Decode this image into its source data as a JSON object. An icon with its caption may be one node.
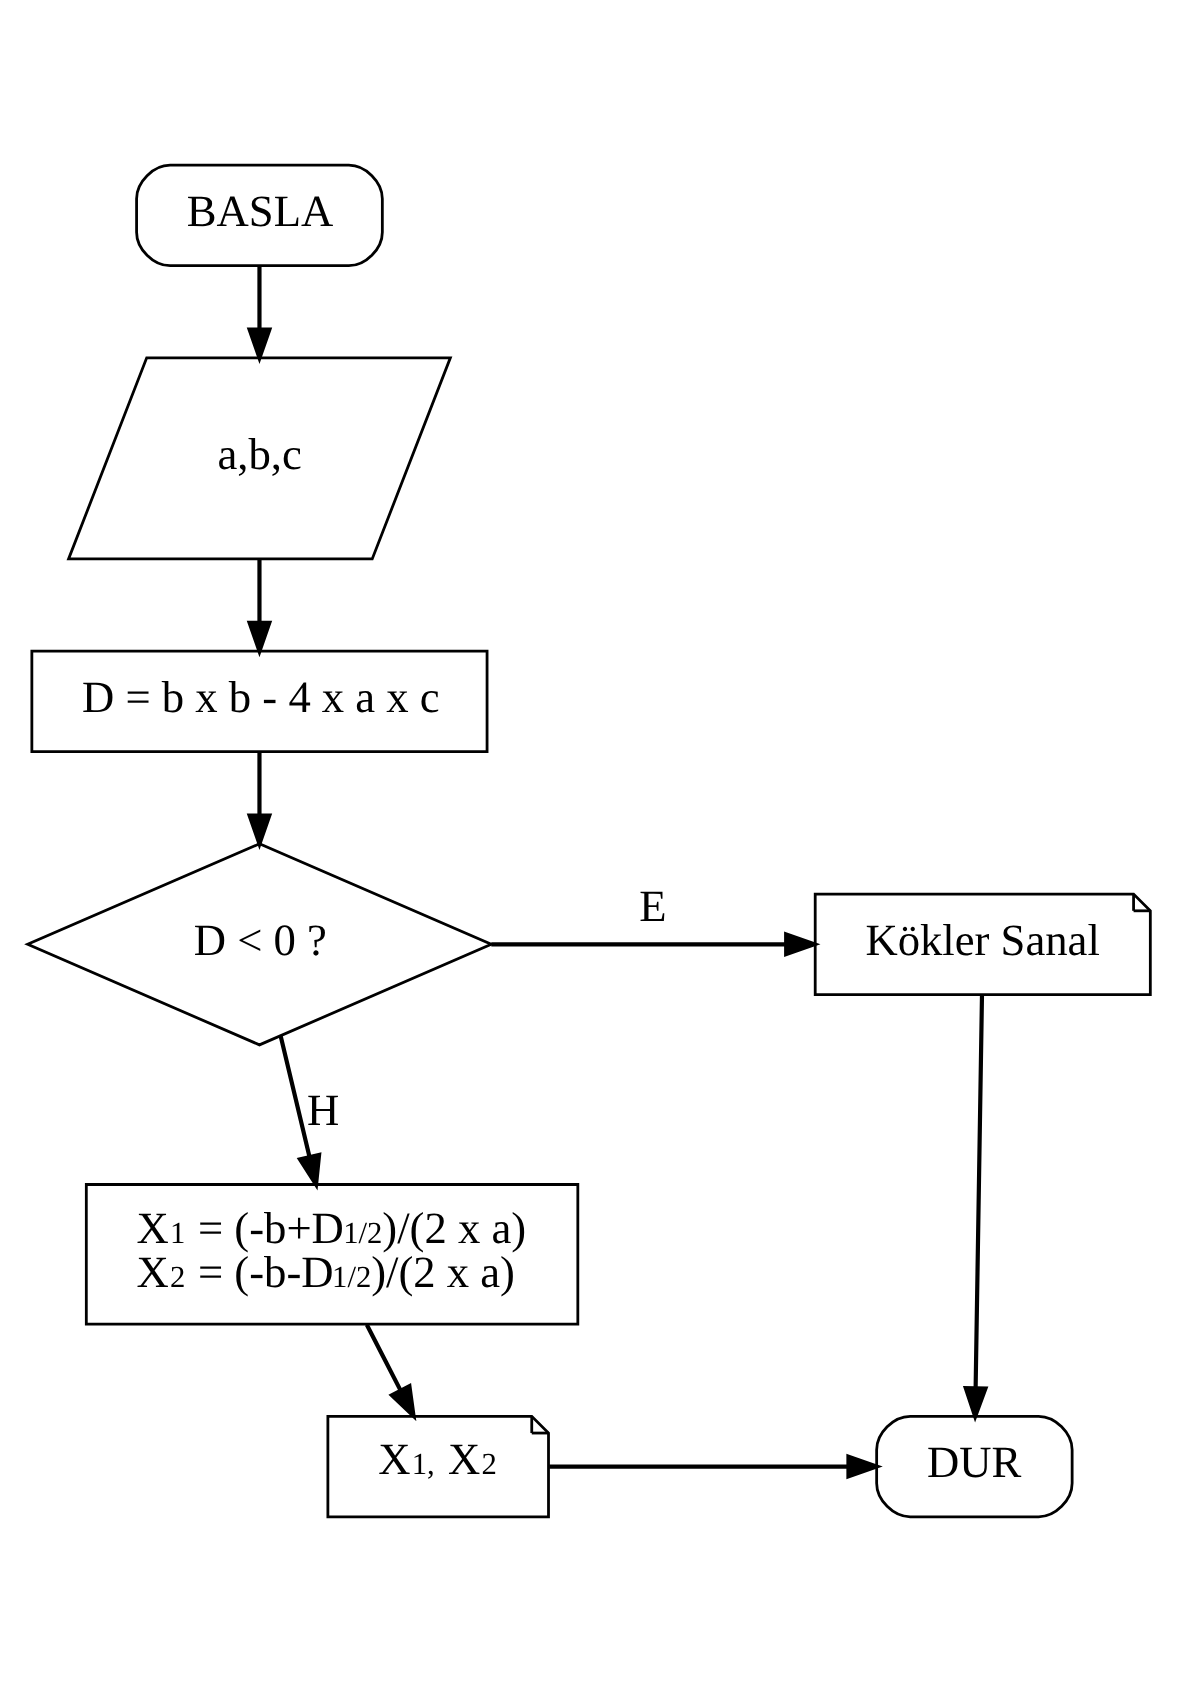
{
  "diagram": {
    "nodes": [
      {
        "text": [
          "BASLA"
        ]
      },
      {
        "text": [
          "a,b,c"
        ]
      },
      {
        "text": [
          "D = b x b - 4 x a x c"
        ]
      },
      {
        "text": [
          "D < 0 ?"
        ]
      },
      {
        "text": [
          "Kökler Sanal"
        ]
      },
      {
        "text": [
          "X$_{1}$ = (-b+D$^{1/2}$)/(2 x a)",
          "X$_{2}$ = (-b-D$^{1/2}$)/(2 x a)"
        ]
      },
      {
        "text": [
          "X$_{1,}$ X$_{2}$"
        ]
      },
      {
        "text": [
          "DUR"
        ]
      }
    ],
    "edges": [
      {
        "from": 0,
        "to": 1,
        "arrow": "to"
      },
      {
        "from": 1,
        "to": 2,
        "arrow": "to"
      },
      {
        "from": 2,
        "to": 3,
        "arrow": "to"
      },
      {
        "from": 3,
        "to": 4,
        "arrow": "to",
        "label": "E"
      },
      {
        "from": 3,
        "to": 5,
        "arrow": "to",
        "label": "H"
      },
      {
        "from": 4,
        "to": 7,
        "arrow": "to"
      },
      {
        "from": 5,
        "to": 6,
        "arrow": "to"
      },
      {
        "from": 6,
        "to": 7,
        "arrow": "to"
      }
    ]
  }
}
